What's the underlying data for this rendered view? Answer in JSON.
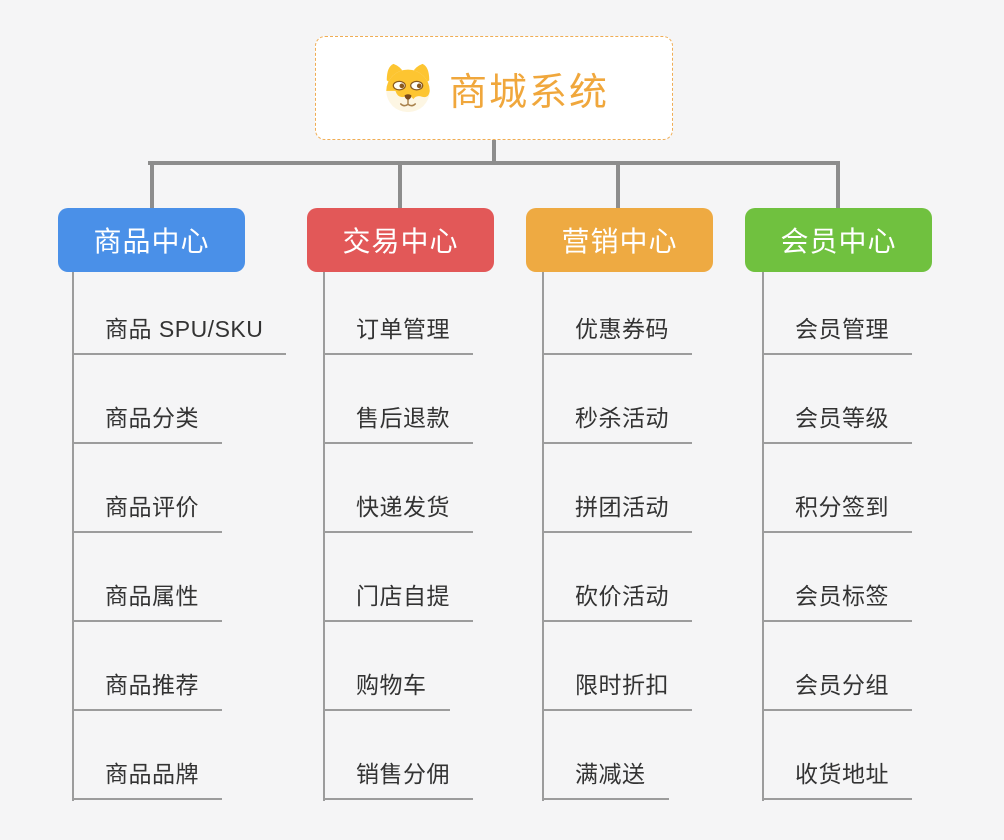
{
  "root": {
    "title": "商城系统",
    "icon": "dog-face-icon"
  },
  "branches": [
    {
      "label": "商品中心",
      "color": "#4a90e8",
      "items": [
        "商品 SPU/SKU",
        "商品分类",
        "商品评价",
        "商品属性",
        "商品推荐",
        "商品品牌"
      ]
    },
    {
      "label": "交易中心",
      "color": "#e25858",
      "items": [
        "订单管理",
        "售后退款",
        "快递发货",
        "门店自提",
        "购物车",
        "销售分佣"
      ]
    },
    {
      "label": "营销中心",
      "color": "#eeaa42",
      "items": [
        "优惠券码",
        "秒杀活动",
        "拼团活动",
        "砍价活动",
        "限时折扣",
        "满减送"
      ]
    },
    {
      "label": "会员中心",
      "color": "#70c13f",
      "items": [
        "会员管理",
        "会员等级",
        "积分签到",
        "会员标签",
        "会员分组",
        "收货地址"
      ]
    }
  ],
  "colors": {
    "background": "#f5f5f6",
    "connector": "#8d8d8d",
    "leaf_line": "#9c9c9c",
    "leaf_text": "#333333",
    "root_title": "#f0a73c",
    "root_border": "#f0ad54"
  }
}
